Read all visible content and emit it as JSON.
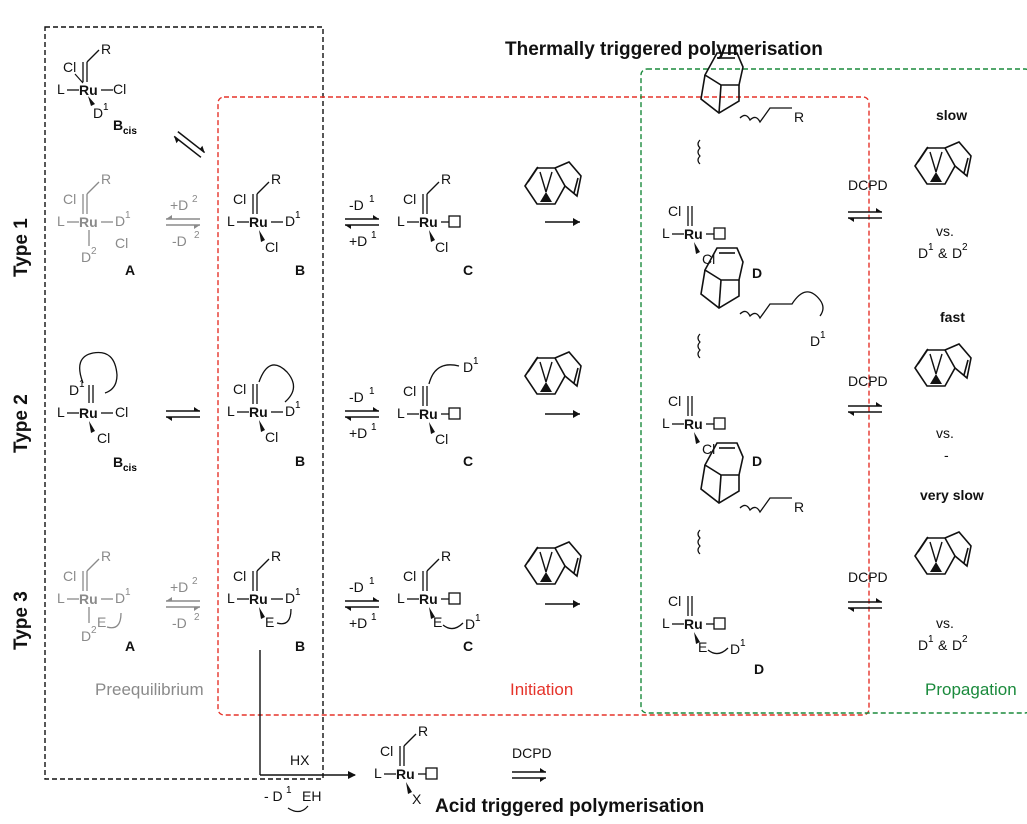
{
  "title": "Thermally triggered polymerisation",
  "acid_title": "Acid triggered polymerisation",
  "row_labels": [
    "Type 1",
    "Type 2",
    "Type 3"
  ],
  "regions": {
    "pre": "Preequilibrium",
    "init": "Initiation",
    "prop": "Propagation"
  },
  "colors": {
    "pre": "#666666",
    "init": "#e5332a",
    "prop": "#1a8a3c",
    "grey": "#8a8a8a",
    "slow": "#f08a24",
    "fast": "#1a8a3c",
    "very_slow": "#e5332a"
  },
  "atoms": {
    "cl": "Cl",
    "l": "L",
    "ru": "Ru",
    "r": "R",
    "d": "D",
    "e": "E",
    "x": "X",
    "one": "1",
    "two": "2"
  },
  "compound_labels": {
    "a": "A",
    "b": "B",
    "c": "C",
    "d": "D",
    "bcis_main": "B",
    "bcis_sub": "cis"
  },
  "eq_labels": {
    "minus_d": "-D",
    "plus_d": "+D",
    "sup1": "1",
    "sup2": "2"
  },
  "dcpd": "DCPD",
  "rates": [
    "slow",
    "fast",
    "very slow"
  ],
  "vs": "vs.",
  "comp_amp": "&",
  "dash": "-",
  "acid": {
    "reagent": "HX",
    "byproduct_minus": "- D",
    "byproduct_eh": "EH"
  }
}
